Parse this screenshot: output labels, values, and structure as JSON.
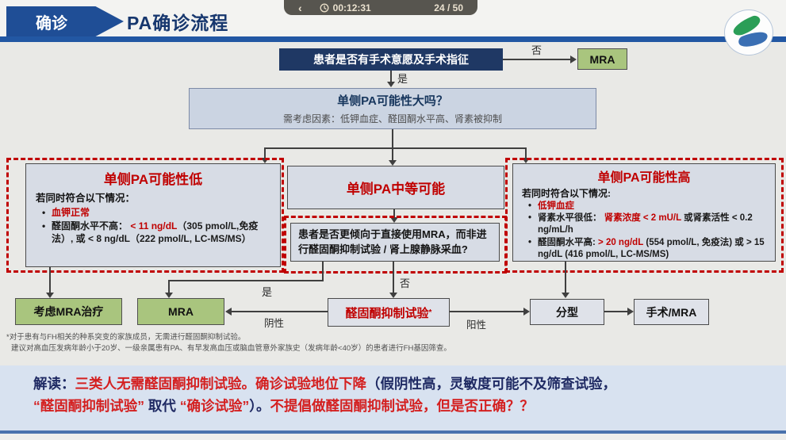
{
  "colors": {
    "header_blue": "#1f4e96",
    "bar_blue": "#2257a3",
    "node_navy": "#1f3864",
    "emphasis_red": "#c00000",
    "interp_red": "#d42020",
    "interp_navy": "#1f2a63",
    "green_node": "#a9c57e",
    "panel_fill": "#d7dce5",
    "banner_fill": "#d8e2f0"
  },
  "glyphs": {
    "bullet": "•"
  },
  "toolbar": {
    "back_icon": "‹",
    "time": "00:12:31",
    "page": "24 / 50"
  },
  "header": {
    "tag": "确诊",
    "title": "PA确诊流程"
  },
  "flow": {
    "surgery_question": "患者是否有手术意愿及手术指征",
    "label_no_top": "否",
    "label_yes_top": "是",
    "mra_top": "MRA",
    "unilateral_title": "单侧PA可能性大吗？",
    "unilateral_factors": "需考虑因素：低钾血症、醛固酮水平高、肾素被抑制",
    "low": {
      "title": "单侧PA可能性低",
      "condition": "若同时符合以下情况：",
      "item1": "血钾正常",
      "item2_pre": "醛固酮水平不高：",
      "item2_red": " < 11 ng/dL",
      "item2_post": "（305 pmol/L,免疫法）, 或 < 8 ng/dL（222 pmol/L, LC-MS/MS）"
    },
    "medium": {
      "title": "单侧PA中等可能",
      "question": "患者是否更倾向于直接使用MRA，而非进行醛固酮抑制试验 / 肾上腺静脉采血?"
    },
    "high": {
      "title": "单侧PA可能性高",
      "condition": "若同时符合以下情况:",
      "item1": "低钾血症",
      "item2_pre": "肾素水平很低：",
      "item2_red": " 肾素浓度 < 2 mU/L ",
      "item2_post": "或肾素活性 < 0.2 ng/mL/h",
      "item3_pre": "醛固酮水平高: ",
      "item3_red": "> 20 ng/dL",
      "item3_post": " (554 pmol/L, 免疫法) 或 > 15 ng/dL (416 pmol/L, LC-MS/MS)"
    },
    "label_yes_mid": "是",
    "label_no_mid": "否",
    "consider_mra": "考虑MRA治疗",
    "mra_bottom": "MRA",
    "label_negative": "阴性",
    "suppression_test": "醛固酮抑制试验",
    "suppression_star": "*",
    "label_positive": "阳性",
    "typing": "分型",
    "surgery_mra": "手术/MRA"
  },
  "footnote": {
    "line1": "*对于患有与FH相关的种系突变的家族成员，无需进行醛固酮抑制试验。",
    "line2": "建议对高血压发病年龄小于20岁、一级亲属患有PA、有早发高血压或脑血管意外家族史（发病年龄<40岁）的患者进行FH基因筛查。"
  },
  "interpretation": {
    "segments": [
      {
        "text": "解读：",
        "color": "navy"
      },
      {
        "text": "三类人无需醛固酮抑制试验。确诊试验地位下降",
        "color": "red"
      },
      {
        "text": "（假阴性高，灵敏度可能不及筛查试验，",
        "color": "navy"
      },
      {
        "text": "“醛固酮抑制试验”",
        "color": "red"
      },
      {
        "text": " 取代 ",
        "color": "navy"
      },
      {
        "text": "“确诊试验”",
        "color": "red"
      },
      {
        "text": "）。",
        "color": "navy"
      },
      {
        "text": "不提倡做醛固酮抑制试验，但是否正确？？",
        "color": "red"
      }
    ]
  }
}
